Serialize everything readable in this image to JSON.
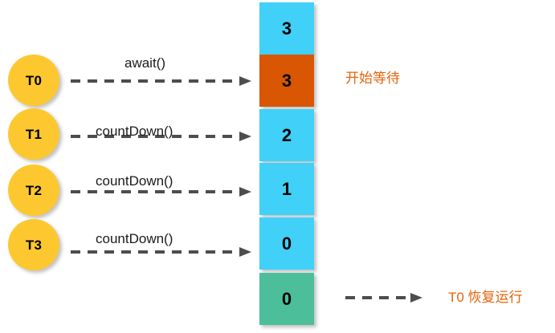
{
  "diagram": {
    "title": "CountDownLatch await/countDown sequence",
    "colors": {
      "thread_fill": "#fdc82f",
      "box_cyan": "#41d0f7",
      "box_orange": "#d95602",
      "box_teal": "#4cbe9a",
      "arrow": "#4d4d4d",
      "annotation": "#e2650d",
      "text": "#000000"
    },
    "threads": [
      {
        "id": "t0",
        "label": "T0",
        "call": "await()"
      },
      {
        "id": "t1",
        "label": "T1",
        "call": "countDown()"
      },
      {
        "id": "t2",
        "label": "T2",
        "call": "countDown()"
      },
      {
        "id": "t3",
        "label": "T3",
        "call": "countDown()"
      }
    ],
    "counter_boxes": [
      {
        "id": "box-initial",
        "value": "3",
        "color": "#41d0f7"
      },
      {
        "id": "box-await",
        "value": "3",
        "color": "#d95602"
      },
      {
        "id": "box-count-2",
        "value": "2",
        "color": "#41d0f7"
      },
      {
        "id": "box-count-1",
        "value": "1",
        "color": "#41d0f7"
      },
      {
        "id": "box-count-0",
        "value": "0",
        "color": "#41d0f7"
      },
      {
        "id": "box-released",
        "value": "0",
        "color": "#4cbe9a"
      }
    ],
    "annotations": {
      "waiting": "开始等待",
      "resume": "T0 恢复运行"
    }
  }
}
